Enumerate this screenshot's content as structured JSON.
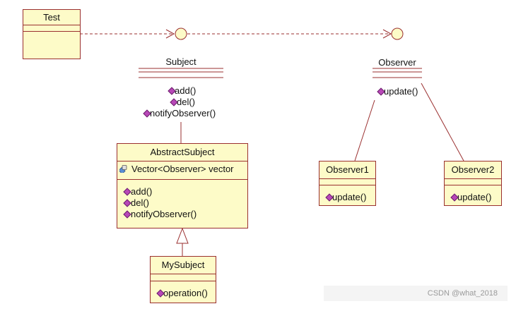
{
  "classes": {
    "test": {
      "name": "Test"
    },
    "abstract_subject": {
      "name": "AbstractSubject",
      "attribute": "Vector<Observer> vector",
      "operations": [
        "add()",
        "del()",
        "notifyObserver()"
      ]
    },
    "my_subject": {
      "name": "MySubject",
      "operations": [
        "operation()"
      ]
    },
    "observer1": {
      "name": "Observer1",
      "operations": [
        "update()"
      ]
    },
    "observer2": {
      "name": "Observer2",
      "operations": [
        "update()"
      ]
    }
  },
  "interfaces": {
    "subject": {
      "name": "Subject",
      "operations": [
        "add()",
        "del()",
        "notifyObserver()"
      ]
    },
    "observer": {
      "name": "Observer",
      "operations": [
        "update()"
      ]
    }
  },
  "watermark": "CSDN @what_2018",
  "colors": {
    "class_fill": "#fdfbc8",
    "class_border": "#9a2f2f",
    "operation_icon": "#b848b8",
    "interface_circle": "#fdfbc8"
  }
}
